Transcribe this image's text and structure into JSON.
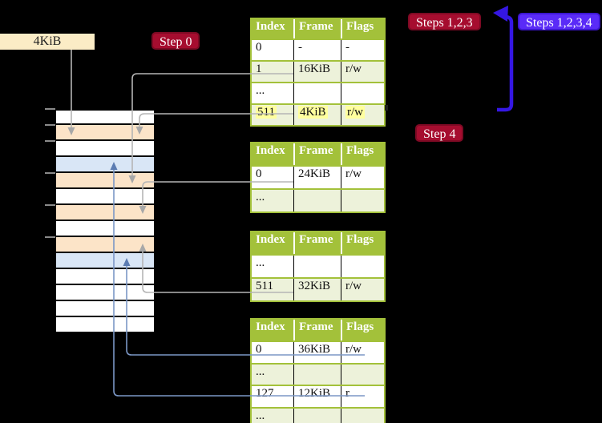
{
  "labels": {
    "frame_size": "4KiB"
  },
  "badges": {
    "step0": "Step 0",
    "steps123": "Steps 1,2,3",
    "steps1234": "Steps 1,2,3,4",
    "step4": "Step 4"
  },
  "page_tables": [
    {
      "id": "page-table-level4",
      "headers": [
        "Index",
        "Frame",
        "Flags"
      ],
      "rows": [
        {
          "cells": [
            "0",
            "-",
            "-"
          ],
          "highlight": false
        },
        {
          "cells": [
            "1",
            "16KiB",
            "r/w"
          ],
          "highlight": false
        },
        {
          "cells": [
            "...",
            "",
            ""
          ],
          "highlight": false
        },
        {
          "cells": [
            "511",
            "4KiB",
            "r/w"
          ],
          "highlight": true
        }
      ]
    },
    {
      "id": "page-table-level3",
      "headers": [
        "Index",
        "Frame",
        "Flags"
      ],
      "rows": [
        {
          "cells": [
            "0",
            "24KiB",
            "r/w"
          ],
          "highlight": false
        },
        {
          "cells": [
            "...",
            "",
            ""
          ],
          "highlight": false
        }
      ]
    },
    {
      "id": "page-table-level2",
      "headers": [
        "Index",
        "Frame",
        "Flags"
      ],
      "rows": [
        {
          "cells": [
            "...",
            "",
            ""
          ],
          "highlight": false
        },
        {
          "cells": [
            "511",
            "32KiB",
            "r/w"
          ],
          "highlight": false
        }
      ]
    },
    {
      "id": "page-table-level1",
      "headers": [
        "Index",
        "Frame",
        "Flags"
      ],
      "rows": [
        {
          "cells": [
            "0",
            "36KiB",
            "r/w"
          ],
          "highlight": false
        },
        {
          "cells": [
            "...",
            "",
            ""
          ],
          "highlight": false
        },
        {
          "cells": [
            "127",
            "12KiB",
            "r"
          ],
          "highlight": false
        },
        {
          "cells": [
            "...",
            "",
            ""
          ],
          "highlight": false
        }
      ]
    }
  ],
  "memory_strip": {
    "row_colors": [
      "white",
      "orange",
      "white",
      "blue",
      "orange",
      "white",
      "orange",
      "white",
      "orange",
      "blue",
      "white",
      "white",
      "white",
      "white"
    ]
  },
  "colors": {
    "badge_red": "#a60d2f",
    "badge_blue": "#5a2bf7",
    "table_header_green": "#a3c13a",
    "table_row_green": "#edf2da",
    "highlight_yellow": "#ffff9e",
    "frame_orange": "#fce4c8",
    "frame_blue": "#d9e6f6",
    "arrow_gray": "#b5b5b5",
    "arrow_steel_blue": "#7b97c6",
    "arrow_bold_blue": "#3517e3",
    "label_beige": "#fbecc6"
  }
}
